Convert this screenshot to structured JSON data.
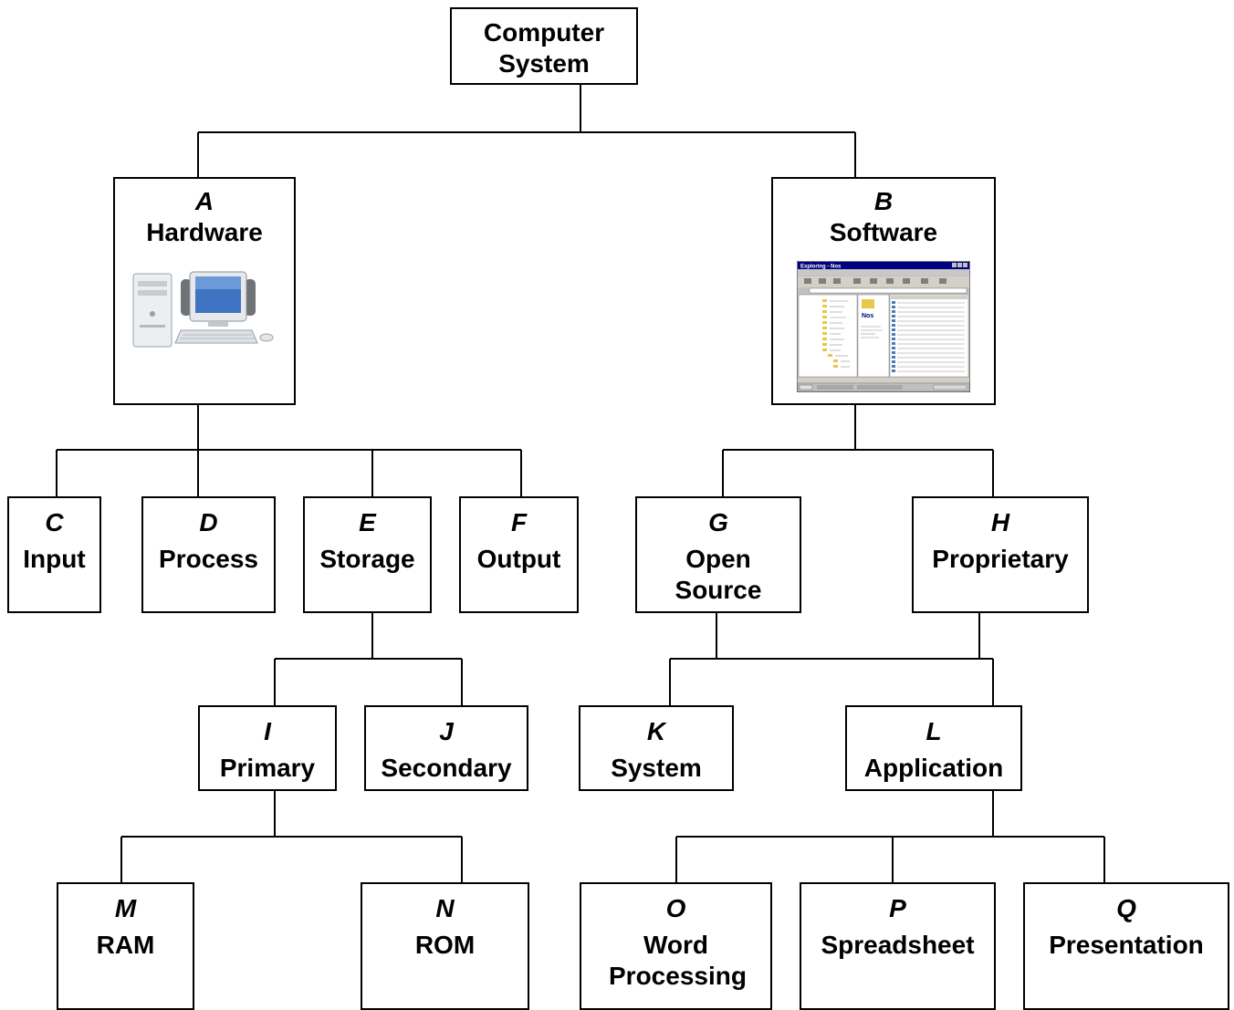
{
  "root": {
    "label": "Computer System"
  },
  "nodes": {
    "A": {
      "letter": "A",
      "name": "Hardware"
    },
    "B": {
      "letter": "B",
      "name": "Software"
    },
    "C": {
      "letter": "C",
      "name": "Input"
    },
    "D": {
      "letter": "D",
      "name": "Process"
    },
    "E": {
      "letter": "E",
      "name": "Storage"
    },
    "F": {
      "letter": "F",
      "name": "Output"
    },
    "G": {
      "letter": "G",
      "name": "Open Source"
    },
    "H": {
      "letter": "H",
      "name": "Proprietary"
    },
    "I": {
      "letter": "I",
      "name": "Primary"
    },
    "J": {
      "letter": "J",
      "name": "Secondary"
    },
    "K": {
      "letter": "K",
      "name": "System"
    },
    "L": {
      "letter": "L",
      "name": "Application"
    },
    "M": {
      "letter": "M",
      "name": "RAM"
    },
    "N": {
      "letter": "N",
      "name": "ROM"
    },
    "O": {
      "letter": "O",
      "name": "Word Processing"
    },
    "P": {
      "letter": "P",
      "name": "Spreadsheet"
    },
    "Q": {
      "letter": "Q",
      "name": "Presentation"
    }
  },
  "illustrations": {
    "hardware": "desktop-computer-icon",
    "software": {
      "icon": "file-explorer-window-icon",
      "window_title": "Exploring - Nos",
      "folder_label": "Nos"
    }
  },
  "colors": {
    "line": "#000000",
    "box_border": "#000000",
    "background": "#ffffff"
  }
}
